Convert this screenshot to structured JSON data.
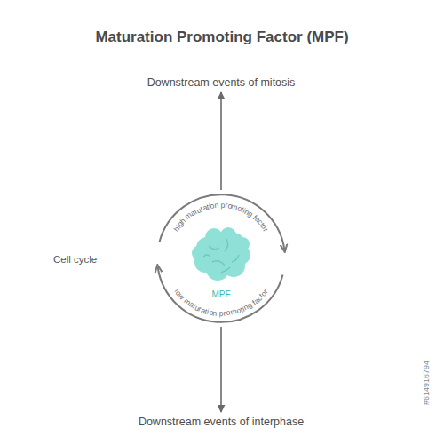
{
  "diagram": {
    "title": "Maturation Promoting Factor (MPF)",
    "nodes": [
      {
        "text": [
          "Downstream events of mitosis"
        ]
      },
      {
        "text": [
          "high maturation promoting factor",
          "low maturation promoting factor"
        ]
      },
      {
        "text": [
          "MPF"
        ],
        "in": 1
      },
      {
        "text": [
          "Downstream events of interphase"
        ]
      }
    ],
    "edges": [
      {
        "from": 1,
        "to": 0,
        "arrow": "to"
      },
      {
        "from": 1,
        "to": 3,
        "arrow": "to"
      }
    ],
    "labels": [
      "Cell cycle",
      "#614916794"
    ]
  }
}
